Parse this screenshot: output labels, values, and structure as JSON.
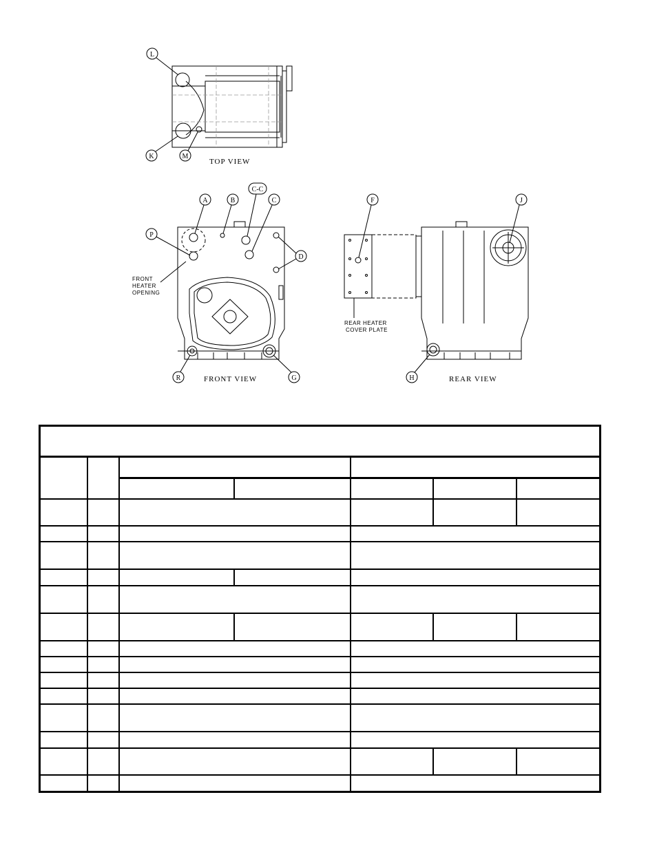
{
  "views": {
    "top": "TOP VIEW",
    "front": "FRONT VIEW",
    "rear": "REAR VIEW"
  },
  "callouts": {
    "L": "L",
    "K": "K",
    "M": "M",
    "A": "A",
    "B": "B",
    "CC": "C-C",
    "C": "C",
    "P": "P",
    "D": "D",
    "R": "R",
    "G": "G",
    "F": "F",
    "J": "J",
    "H": "H"
  },
  "notes": {
    "front_heater": [
      "FRONT",
      "HEATER",
      "OPENING"
    ],
    "rear_heater": [
      "REAR HEATER",
      "COVER PLATE"
    ]
  },
  "table": {
    "title": "",
    "rows": 14
  }
}
